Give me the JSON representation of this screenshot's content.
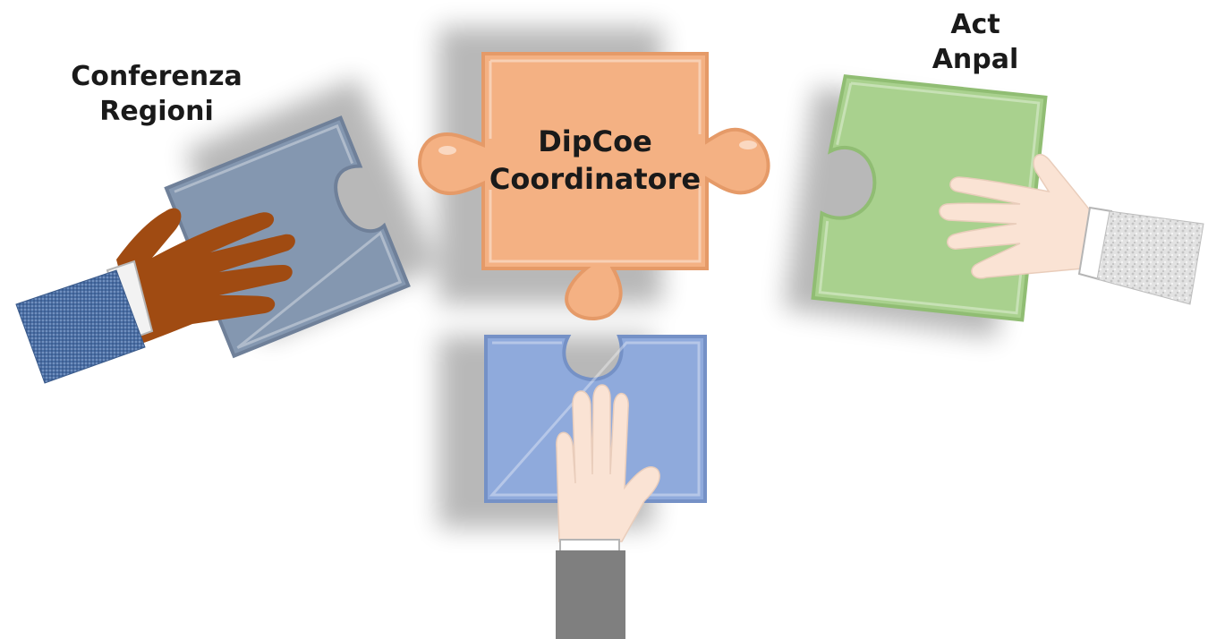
{
  "labels": {
    "left": {
      "line1": "Conferenza",
      "line2": "Regioni"
    },
    "center": {
      "line1": "DipCoe",
      "line2": "Coordinatore"
    },
    "right": {
      "line1": "Act",
      "line2": "Anpal"
    }
  },
  "colors": {
    "orange_piece": "#F4B183",
    "orange_stroke": "#E59A68",
    "slate_piece": "#8497B0",
    "blue_piece": "#8FAADC",
    "green_piece": "#A9D18E",
    "dark_hand": "#A04B12",
    "light_hand": "#FAE3D4",
    "sleeve_blue": "#4A6FA5",
    "sleeve_grey": "#D8D8D8",
    "sleeve_dark": "#7F7F7F",
    "text": "#1a1a1a"
  },
  "icons": [
    "puzzle-piece-icon",
    "hand-icon",
    "sleeve-icon"
  ]
}
